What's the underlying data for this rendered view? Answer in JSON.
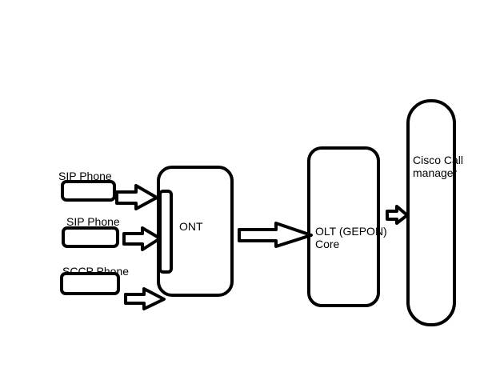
{
  "diagram": {
    "phones": [
      {
        "label": "SIP Phone"
      },
      {
        "label": "SIP Phone"
      },
      {
        "label": "SCCP Phone"
      }
    ],
    "ont": {
      "label": "ONT"
    },
    "olt": {
      "line1": "OLT (GEPON)",
      "line2": "Core"
    },
    "call_manager": {
      "line1": "Cisco Call",
      "line2": "manager"
    },
    "colors": {
      "stroke": "#000000",
      "background": "#ffffff",
      "text": "#000000"
    }
  }
}
